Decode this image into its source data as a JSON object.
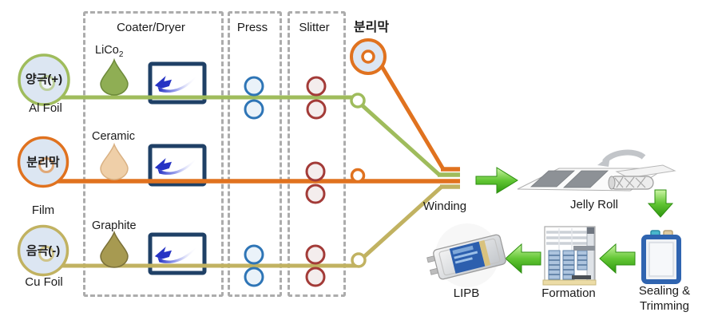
{
  "columns": {
    "coater_dryer": "Coater/Dryer",
    "press": "Press",
    "slitter": "Slitter",
    "separator_top": "분리막"
  },
  "rows": [
    {
      "roll_label": "양극(+)",
      "substrate": "Al Foil",
      "coating": "LiCo",
      "coating_sub": "2"
    },
    {
      "roll_label": "분리막",
      "substrate": "Film",
      "coating": "Ceramic",
      "coating_sub": ""
    },
    {
      "roll_label": "음극(-)",
      "substrate": "Cu Foil",
      "coating": "Graphite",
      "coating_sub": ""
    }
  ],
  "flow": {
    "winding": "Winding",
    "jelly_roll": "Jelly Roll",
    "sealing_line1": "Sealing &",
    "sealing_line2": "Trimming",
    "formation": "Formation",
    "lipb": "LIPB"
  },
  "colors": {
    "cathode_line": "#9fbc5c",
    "separator_line": "#e0721f",
    "anode_line": "#c1b261",
    "roll_fill": "#dce6f2",
    "press_roller": "#2e75b6",
    "slitter_roller": "#a33b38",
    "coater_box_border": "#1f4066",
    "dashed_border": "#acacac",
    "arrow_green": "#3fae1f",
    "droplet_licoo2": "#8fae54",
    "droplet_ceramic": "#efcfa8",
    "droplet_graphite": "#a79a51"
  }
}
